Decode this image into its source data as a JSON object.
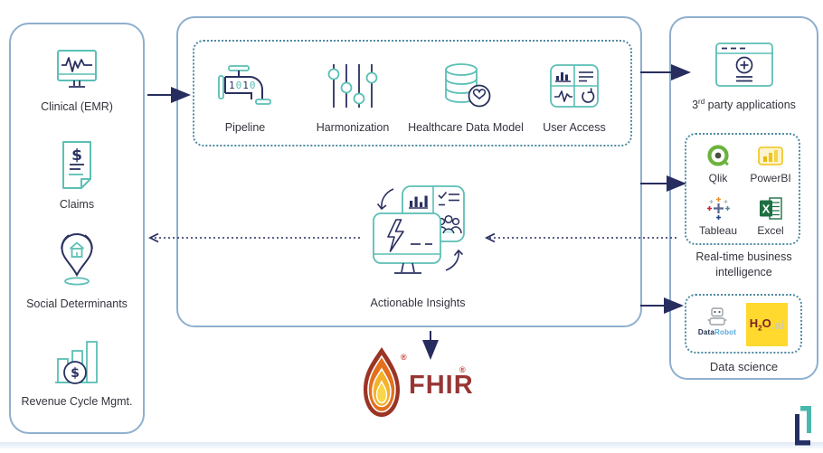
{
  "diagram": {
    "sources": [
      {
        "label": "Clinical (EMR)"
      },
      {
        "label": "Claims"
      },
      {
        "label": "Social Determinants"
      },
      {
        "label": "Revenue Cycle Mgmt."
      }
    ],
    "platform": {
      "pipeline": {
        "label": "Pipeline",
        "digits": [
          "1",
          "0",
          "1",
          "0"
        ]
      },
      "harmonization": {
        "label": "Harmonization"
      },
      "data_model": {
        "label": "Healthcare Data Model"
      },
      "user_access": {
        "label": "User Access"
      },
      "actionable": {
        "label": "Actionable Insights"
      }
    },
    "outputs": {
      "third_party": {
        "num": "3",
        "sup": "rd",
        "rest": " party applications"
      },
      "bi": {
        "title_line1": "Real-time business",
        "title_line2": "intelligence",
        "tools": [
          {
            "label": "Qlik"
          },
          {
            "label": "PowerBI"
          },
          {
            "label": "Tableau"
          },
          {
            "label": "Excel"
          }
        ]
      },
      "data_science": {
        "title": "Data science",
        "datarobot_part1": "Data",
        "datarobot_part2": "Robot",
        "h2o_h": "H",
        "h2o_sub": "2",
        "h2o_o": "O",
        "h2o_ai": ".ai",
        "excel_letter": "X"
      }
    },
    "fhir": {
      "label": "FHIR",
      "reg_text": "®",
      "reg_flame": "®"
    },
    "colors": {
      "teal": "#5bbfb5",
      "navy": "#2a3060",
      "panel_border": "#8fafce",
      "dotted_border": "#4e8ba3",
      "arrow": "#272d5f",
      "qlik_green": "#6cb33e",
      "powerbi_yellow": "#f0c419",
      "excel_green": "#1d6f42",
      "h2o_yellow": "#ffd92e",
      "fhir_red": "#983634"
    }
  }
}
